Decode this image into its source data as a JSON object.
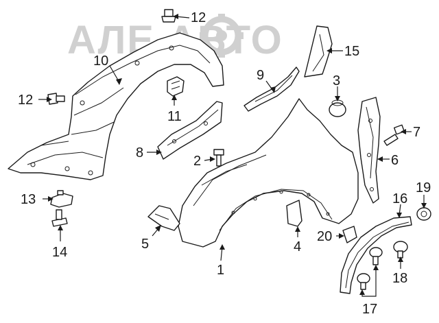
{
  "watermark": {
    "text": "АЛЕ АВТО"
  },
  "callouts": [
    {
      "id": "c1",
      "label": "1"
    },
    {
      "id": "c2",
      "label": "2"
    },
    {
      "id": "c3",
      "label": "3"
    },
    {
      "id": "c4",
      "label": "4"
    },
    {
      "id": "c5",
      "label": "5"
    },
    {
      "id": "c6",
      "label": "6"
    },
    {
      "id": "c7",
      "label": "7"
    },
    {
      "id": "c8",
      "label": "8"
    },
    {
      "id": "c9",
      "label": "9"
    },
    {
      "id": "c10",
      "label": "10"
    },
    {
      "id": "c11",
      "label": "11"
    },
    {
      "id": "c12a",
      "label": "12"
    },
    {
      "id": "c12b",
      "label": "12"
    },
    {
      "id": "c13",
      "label": "13"
    },
    {
      "id": "c14",
      "label": "14"
    },
    {
      "id": "c15",
      "label": "15"
    },
    {
      "id": "c16",
      "label": "16"
    },
    {
      "id": "c17",
      "label": "17"
    },
    {
      "id": "c18",
      "label": "18"
    },
    {
      "id": "c19",
      "label": "19"
    },
    {
      "id": "c20",
      "label": "20"
    }
  ]
}
